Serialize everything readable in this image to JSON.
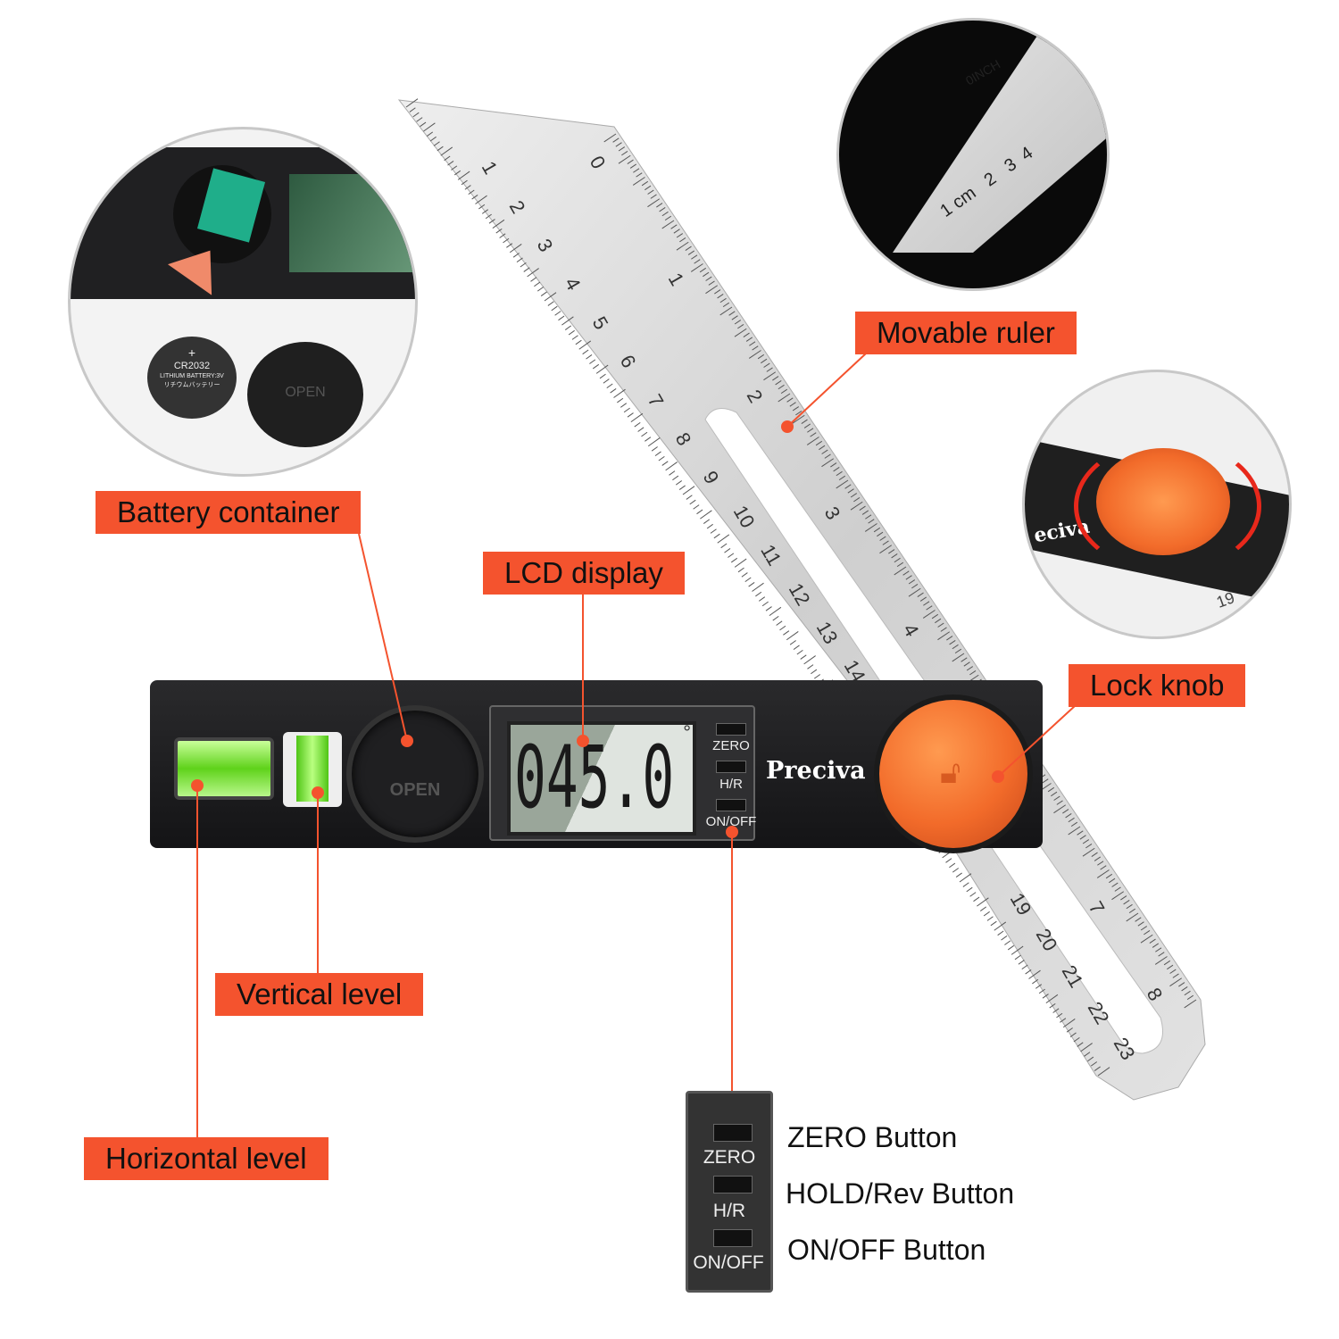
{
  "labels": {
    "movable_ruler": "Movable ruler",
    "battery_container": "Battery container",
    "lcd_display": "LCD display",
    "lock_knob": "Lock knob",
    "vertical_level": "Vertical level",
    "horizontal_level": "Horizontal level"
  },
  "device": {
    "brand": "Preciva",
    "reading": "045.0",
    "degree_symbol": "°",
    "open_text": "OPEN",
    "buttons": [
      "ZERO",
      "H/R",
      "ON/OFF"
    ]
  },
  "ruler": {
    "cm_unit": "cm",
    "inch_unit": "INCH",
    "cm_marks": [
      "1",
      "2",
      "3",
      "4",
      "5",
      "6",
      "7",
      "8",
      "9",
      "10",
      "11",
      "12",
      "13",
      "14"
    ],
    "cm_marks_lower": [
      "19",
      "20",
      "21",
      "22",
      "23"
    ],
    "inch_marks": [
      "0",
      "1",
      "2",
      "3",
      "4"
    ],
    "inch_marks_lower": [
      "7",
      "8"
    ]
  },
  "battery_inset": {
    "plus": "+",
    "model": "CR2032",
    "type": "LITHIUM BATTERY:3V",
    "jp": "リチウムバッテリー",
    "cap_text": "OPEN"
  },
  "ruler_inset": {
    "inch": "INCH",
    "zero": "0",
    "cm": "cm",
    "marks": [
      "1",
      "2",
      "3",
      "4"
    ]
  },
  "knob_inset": {
    "brand_partial": "eciva",
    "mark": "19"
  },
  "button_legend": [
    {
      "key": "ZERO",
      "desc": "ZERO Button"
    },
    {
      "key": "H/R",
      "desc": "HOLD/Rev Button"
    },
    {
      "key": "ON/OFF",
      "desc": "ON/OFF Button"
    }
  ],
  "colors": {
    "accent": "#f4532e",
    "knob": "#f26b2a",
    "body": "#1c1c1e",
    "level": "#7be23a"
  }
}
